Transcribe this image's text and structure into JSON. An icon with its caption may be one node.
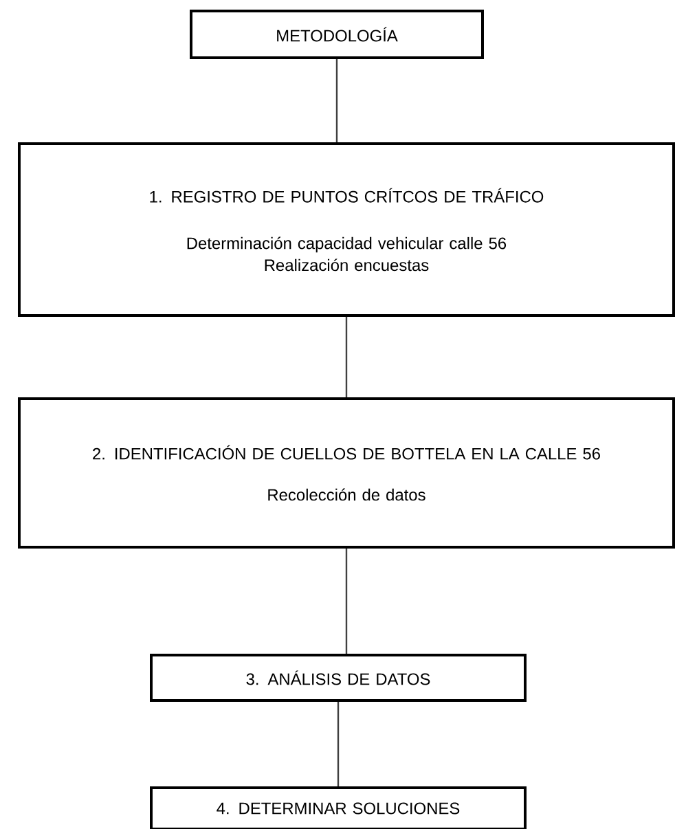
{
  "diagram": {
    "nodes": [
      {
        "text": [
          "METODOLOGÍA"
        ]
      },
      {
        "text": [
          "1. REGISTRO DE PUNTOS CRÍTCOS DE TRÁFICO",
          "Determinación capacidad vehicular calle 56",
          "Realización encuestas"
        ]
      },
      {
        "text": [
          "2. IDENTIFICACIÓN DE CUELLOS DE BOTTELA EN LA CALLE 56",
          "Recolección de datos"
        ]
      },
      {
        "text": [
          "3. ANÁLISIS DE DATOS"
        ]
      },
      {
        "text": [
          "4. DETERMINAR SOLUCIONES"
        ]
      }
    ],
    "edges": [
      {
        "from": 0,
        "to": 1,
        "arrow": "none"
      },
      {
        "from": 1,
        "to": 2,
        "arrow": "none"
      },
      {
        "from": 2,
        "to": 3,
        "arrow": "none"
      },
      {
        "from": 3,
        "to": 4,
        "arrow": "none"
      }
    ]
  }
}
